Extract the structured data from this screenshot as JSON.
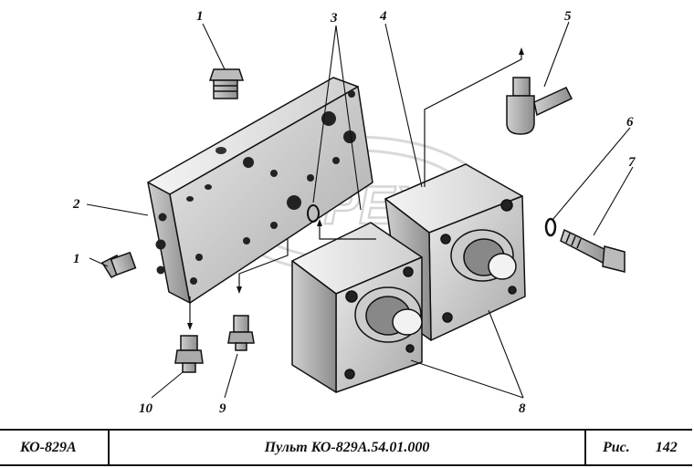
{
  "callouts": {
    "c1a": "1",
    "c1b": "1",
    "c2": "2",
    "c3": "3",
    "c4": "4",
    "c5": "5",
    "c6": "6",
    "c7": "7",
    "c8": "8",
    "c9": "9",
    "c10": "10"
  },
  "watermark": "OPEX",
  "title_block": {
    "model": "КО-829А",
    "title": "Пульт КО-829А.54.01.000",
    "fig_label": "Рис.",
    "fig_number": "142"
  }
}
